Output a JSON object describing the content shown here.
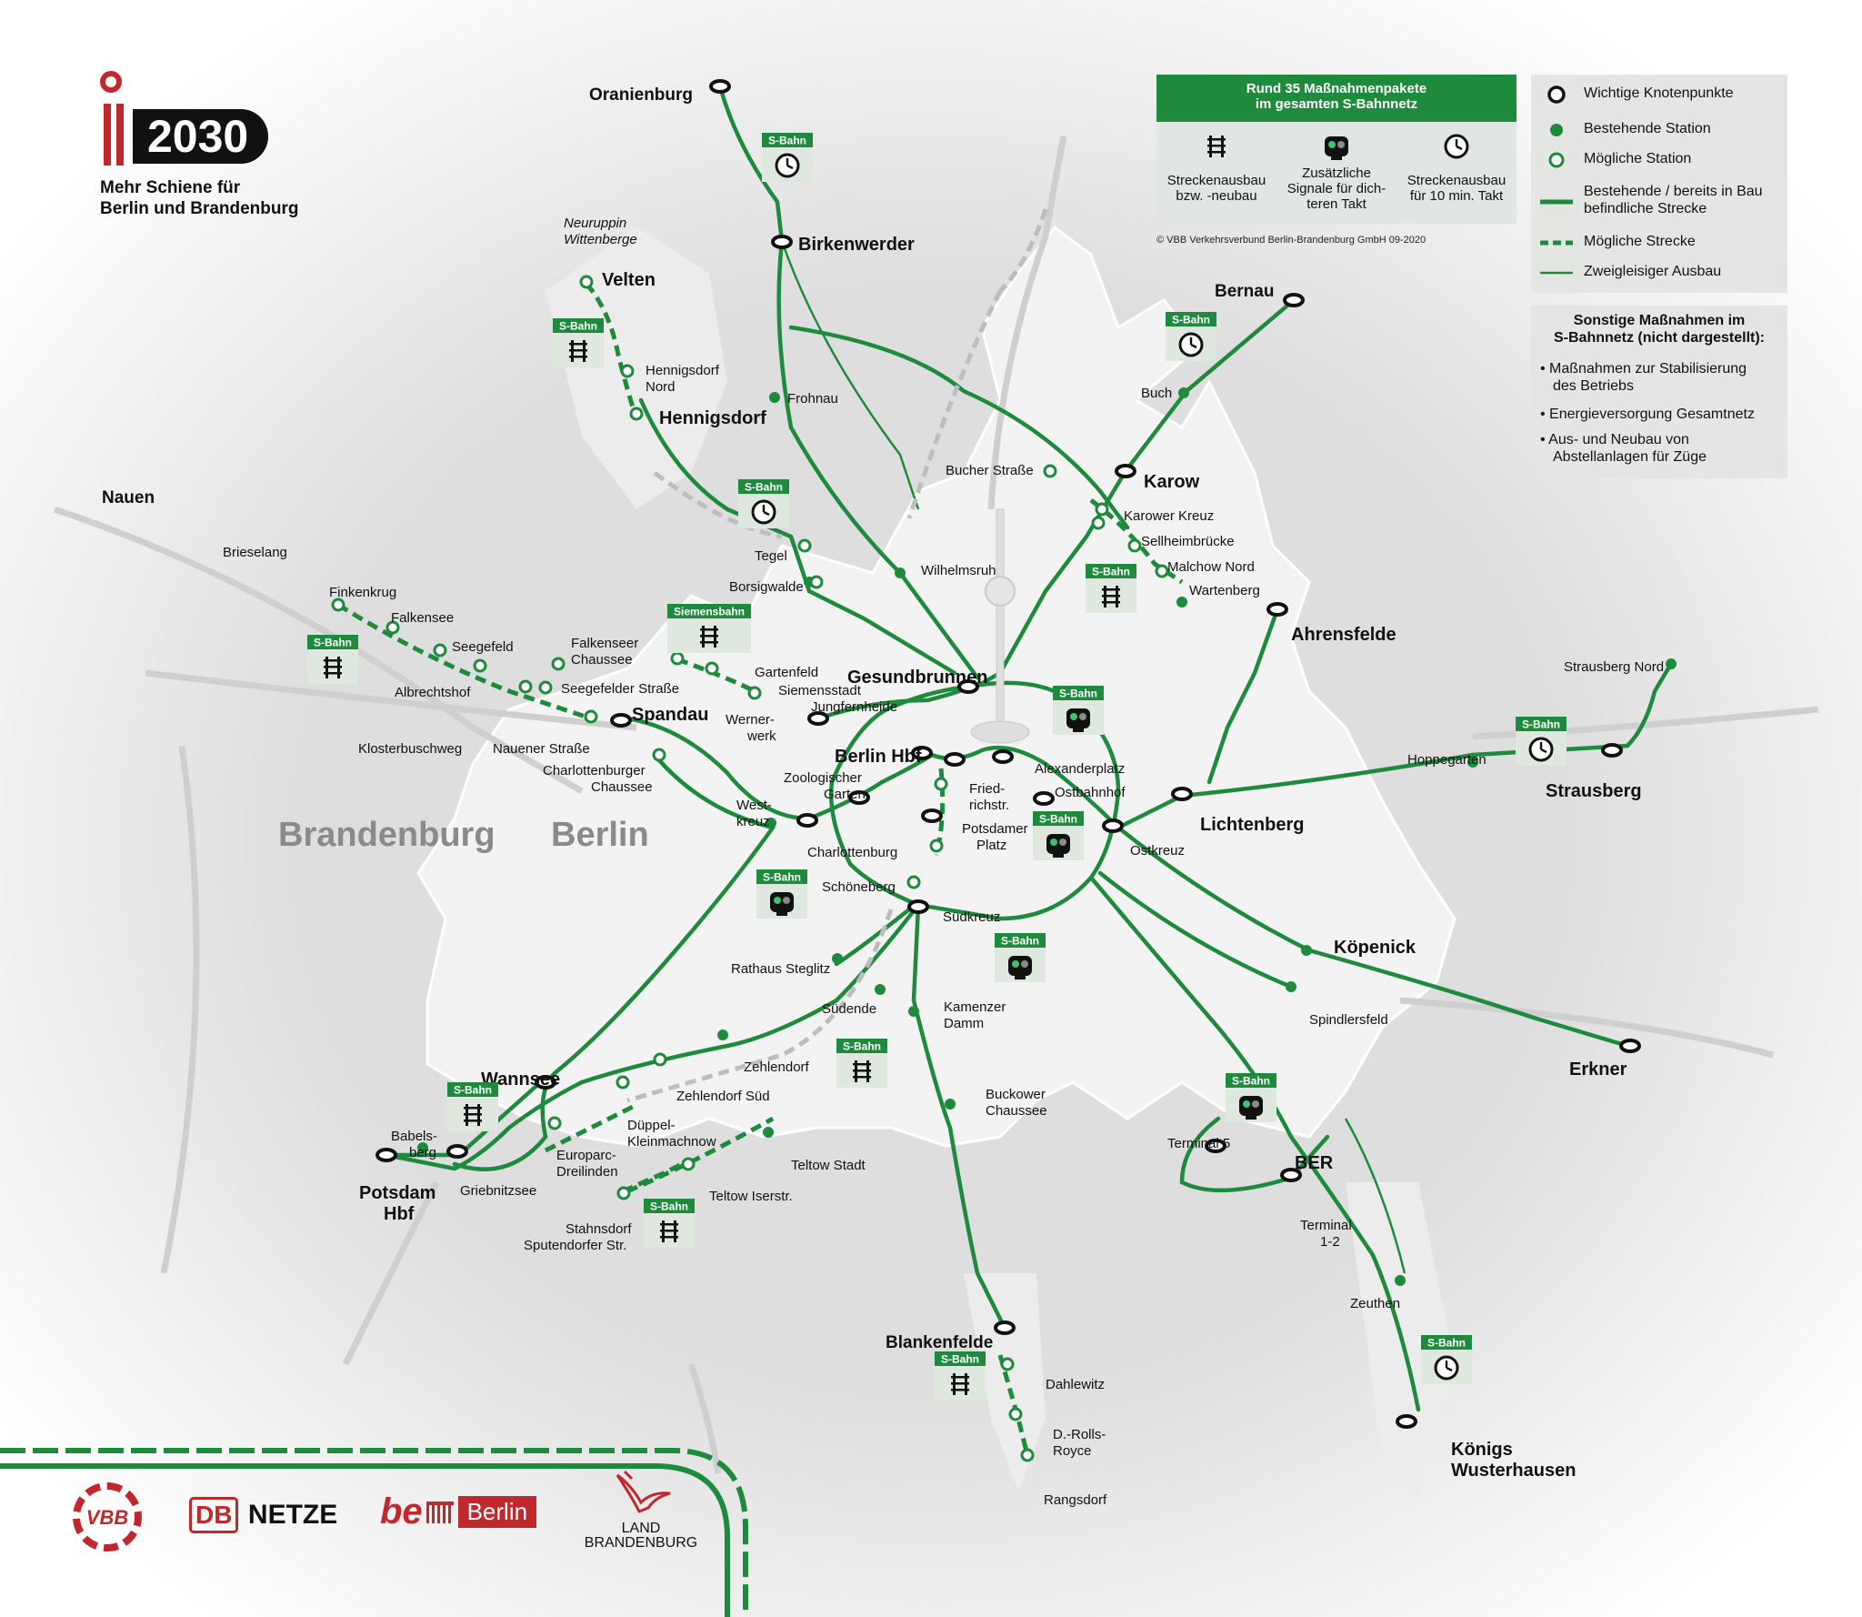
{
  "logo": {
    "year": "2030",
    "tagline_1": "Mehr Schiene für",
    "tagline_2": "Berlin und Brandenburg"
  },
  "colors": {
    "green": "#1e8a3c",
    "red": "#c0282d",
    "land": "#f1f1f1",
    "background": "#dcdcdc"
  },
  "packages_box": {
    "title_1": "Rund 35 Maßnahmenpakete",
    "title_2": "im gesamten S-Bahnnetz",
    "items": [
      {
        "icon": "track-icon",
        "line_1": "Streckenausbau",
        "line_2": "bzw. -neubau",
        "line_3": ""
      },
      {
        "icon": "signal-icon",
        "line_1": "Zusätzliche",
        "line_2": "Signale für dich-",
        "line_3": "teren Takt"
      },
      {
        "icon": "clock-icon",
        "line_1": "Streckenausbau",
        "line_2": "für 10 min. Takt",
        "line_3": ""
      }
    ],
    "copyright": "© VBB Verkehrsverbund Berlin-Brandenburg GmbH 09-2020"
  },
  "legend": {
    "items": [
      {
        "symbol": "key-node",
        "label_1": "Wichtige Knotenpunkte",
        "label_2": ""
      },
      {
        "symbol": "existing-station",
        "label_1": "Bestehende Station",
        "label_2": ""
      },
      {
        "symbol": "possible-station",
        "label_1": "Mögliche Station",
        "label_2": ""
      },
      {
        "symbol": "existing-line",
        "label_1": "Bestehende / bereits in Bau",
        "label_2": "befindliche Strecke"
      },
      {
        "symbol": "possible-line",
        "label_1": "Mögliche Strecke",
        "label_2": ""
      },
      {
        "symbol": "double-track",
        "label_1": "Zweigleisiger Ausbau",
        "label_2": ""
      }
    ]
  },
  "other_measures": {
    "title_1": "Sonstige Maßnahmen im",
    "title_2": "S-Bahnnetz (nicht dargestellt):",
    "items": [
      {
        "line_1": "Maßnahmen zur Stabilisierung",
        "line_2": "des Betriebs"
      },
      {
        "line_1": "Energieversorgung Gesamtnetz",
        "line_2": ""
      },
      {
        "line_1": "Aus- und Neubau von",
        "line_2": "Abstellanlagen für Züge"
      }
    ]
  },
  "areas": {
    "brandenburg": "Brandenburg",
    "berlin": "Berlin"
  },
  "map_labels": {
    "oranienburg": "Oranienburg",
    "birkenwerder": "Birkenwerder",
    "neuruppin_1": "Neuruppin",
    "neuruppin_2": "Wittenberge",
    "velten": "Velten",
    "hennigsdorf_nord_1": "Hennigsdorf",
    "hennigsdorf_nord_2": "Nord",
    "hennigsdorf": "Hennigsdorf",
    "frohnau": "Frohnau",
    "bernau": "Bernau",
    "buch": "Buch",
    "karow": "Karow",
    "bucher_strasse": "Bucher Straße",
    "karower_kreuz": "Karower Kreuz",
    "sellheimbruecke": "Sellheimbrücke",
    "malchow_nord": "Malchow Nord",
    "wartenberg": "Wartenberg",
    "ahrensfelde": "Ahrensfelde",
    "nauen": "Nauen",
    "brieselang": "Brieselang",
    "finkenkrug": "Finkenkrug",
    "falkensee": "Falkensee",
    "seegefeld": "Seegefeld",
    "albrechtshof": "Albrechtshof",
    "klosterbuschweg": "Klosterbuschweg",
    "nauener_strasse": "Nauener Straße",
    "falkenseer_chaussee_1": "Falkenseer",
    "falkenseer_chaussee_2": "Chaussee",
    "seegefelder_strasse": "Seegefelder Straße",
    "spandau": "Spandau",
    "charlottenburger_chaussee_1": "Charlottenburger",
    "charlottenburger_chaussee_2": "Chaussee",
    "tegel": "Tegel",
    "borsigwalde": "Borsigwalde",
    "wilhelmsruh": "Wilhelmsruh",
    "gartenfeld": "Gartenfeld",
    "siemensstadt": "Siemensstadt",
    "wernerwerk_1": "Werner-",
    "wernerwerk_2": "werk",
    "jungfernheide": "Jungfernheide",
    "gesundbrunnen": "Gesundbrunnen",
    "berlin_hbf": "Berlin Hbf",
    "friedrichstr_1": "Fried-",
    "friedrichstr_2": "richstr.",
    "alexanderplatz": "Alexanderplatz",
    "ostbahnhof": "Ostbahnhof",
    "ostkreuz": "Ostkreuz",
    "lichtenberg": "Lichtenberg",
    "zoologischer_garten_1": "Zoologischer",
    "zoologischer_garten_2": "Garten",
    "westkreuz_1": "West-",
    "westkreuz_2": "kreuz",
    "charlottenburg": "Charlottenburg",
    "potsdamer_platz_1": "Potsdamer",
    "potsdamer_platz_2": "Platz",
    "schoeneberg": "Schöneberg",
    "suedkreuz": "Südkreuz",
    "strausberg_nord": "Strausberg Nord",
    "hoppegarten": "Hoppegarten",
    "strausberg": "Strausberg",
    "koepenick": "Köpenick",
    "spindlersfeld": "Spindlersfeld",
    "erkner": "Erkner",
    "rathaus_steglitz": "Rathaus Steglitz",
    "suedende": "Südende",
    "kamenzer_damm_1": "Kamenzer",
    "kamenzer_damm_2": "Damm",
    "buckower_chaussee_1": "Buckower",
    "buckower_chaussee_2": "Chaussee",
    "zehlendorf": "Zehlendorf",
    "zehlendorf_sued": "Zehlendorf Süd",
    "wannsee": "Wannsee",
    "dueppel_1": "Düppel-",
    "dueppel_2": "Kleinmachnow",
    "europarc_1": "Europarc-",
    "europarc_2": "Dreilinden",
    "babelsberg_1": "Babels-",
    "babelsberg_2": "berg",
    "griebnitzsee": "Griebnitzsee",
    "potsdam_hbf_1": "Potsdam",
    "potsdam_hbf_2": "Hbf",
    "teltow_stadt": "Teltow Stadt",
    "teltow_iserstr": "Teltow Iserstr.",
    "stahnsdorf_1": "Stahnsdorf",
    "stahnsdorf_2": "Sputendorfer Str.",
    "terminal5": "Terminal 5",
    "ber": "BER",
    "terminal12_1": "Terminal",
    "terminal12_2": "1-2",
    "zeuthen": "Zeuthen",
    "koenigs_1": "Königs",
    "koenigs_2": "Wusterhausen",
    "blankenfelde": "Blankenfelde",
    "dahlewitz": "Dahlewitz",
    "rolls_1": "D.-Rolls-",
    "rolls_2": "Royce",
    "rangsdorf": "Rangsdorf"
  },
  "badges": [
    {
      "id": "oranienburg",
      "label": "S-Bahn",
      "icon": "clock-icon"
    },
    {
      "id": "velten",
      "label": "S-Bahn",
      "icon": "track-icon"
    },
    {
      "id": "tegel",
      "label": "S-Bahn",
      "icon": "clock-icon"
    },
    {
      "id": "bernau",
      "label": "S-Bahn",
      "icon": "clock-icon"
    },
    {
      "id": "karower",
      "label": "S-Bahn",
      "icon": "track-icon"
    },
    {
      "id": "falkensee",
      "label": "S-Bahn",
      "icon": "track-icon"
    },
    {
      "id": "siemensbahn",
      "label": "Siemensbahn",
      "icon": "track-icon"
    },
    {
      "id": "ring-north",
      "label": "S-Bahn",
      "icon": "signal-icon"
    },
    {
      "id": "strausberg",
      "label": "S-Bahn",
      "icon": "clock-icon"
    },
    {
      "id": "ostkreuz",
      "label": "S-Bahn",
      "icon": "signal-icon"
    },
    {
      "id": "schoeneberg",
      "label": "S-Bahn",
      "icon": "signal-icon"
    },
    {
      "id": "suedkreuz",
      "label": "S-Bahn",
      "icon": "signal-icon"
    },
    {
      "id": "lichterfelde",
      "label": "S-Bahn",
      "icon": "track-icon"
    },
    {
      "id": "wannsee",
      "label": "S-Bahn",
      "icon": "track-icon"
    },
    {
      "id": "stahnsdorf",
      "label": "S-Bahn",
      "icon": "track-icon"
    },
    {
      "id": "ber",
      "label": "S-Bahn",
      "icon": "signal-icon"
    },
    {
      "id": "blankenfelde",
      "label": "S-Bahn",
      "icon": "track-icon"
    },
    {
      "id": "koenigs",
      "label": "S-Bahn",
      "icon": "clock-icon"
    }
  ],
  "partners": {
    "vbb": "VBB",
    "db": "DB",
    "netze": "NETZE",
    "be": "be",
    "berlin": "Berlin",
    "land_1": "LAND",
    "land_2": "BRANDENBURG"
  }
}
